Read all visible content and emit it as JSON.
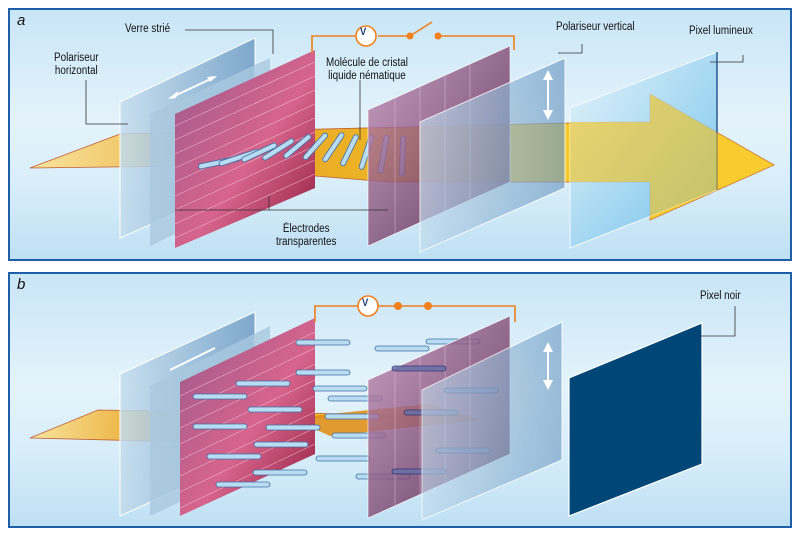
{
  "panels": [
    {
      "id": "a",
      "letter": "a",
      "state": "voltage off",
      "labels": {
        "polariseur_horizontal_1": "Polariseur",
        "polariseur_horizontal_2": "horizontal",
        "verre_strie": "Verre strié",
        "molecule_1": "Molécule de cristal",
        "molecule_2": "liquide nématique",
        "polariseur_vertical": "Polariseur vertical",
        "pixel": "Pixel lumineux",
        "electrodes_1": "Électrodes",
        "electrodes_2": "transparentes"
      },
      "voltmeter": "V",
      "switch": "open",
      "pixel_color": "#6cc4ee"
    },
    {
      "id": "b",
      "letter": "b",
      "state": "voltage on",
      "labels": {
        "pixel": "Pixel noir"
      },
      "voltmeter": "V",
      "switch": "closed",
      "pixel_color": "#004677"
    }
  ],
  "colors": {
    "frame": "#1f5fa8",
    "circuit": "#f07f1c",
    "light": "#f7c41c",
    "glass": "#9fc3de",
    "electrode": "#b5294f"
  }
}
